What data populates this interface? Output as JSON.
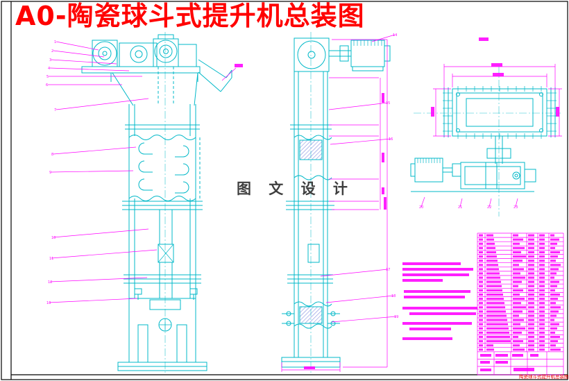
{
  "page": {
    "title": "A0-陶瓷球斗式提升机总装图",
    "footer_text": "陶瓷球斗式提升机总装图"
  },
  "watermark": {
    "text": "图 文 设 计"
  },
  "colors": {
    "drawing_line": "#00b8c8",
    "annotation": "#ff00ff",
    "hatch": "#3344cc",
    "title_red": "#ff0000",
    "watermark_gray": "#3f3f3f",
    "frame_black": "#000000"
  },
  "balloons": {
    "left": [
      "1",
      "2",
      "3",
      "4",
      "5",
      "6",
      "7",
      "8",
      "9",
      "10",
      "11",
      "12",
      "13"
    ],
    "right": [
      "14",
      "15",
      "16",
      "17",
      "18",
      "19"
    ],
    "plan": [
      "20",
      "21",
      "22",
      "23"
    ]
  },
  "bom_table": {
    "rows": 28
  },
  "notes": {
    "line_count": 11
  }
}
